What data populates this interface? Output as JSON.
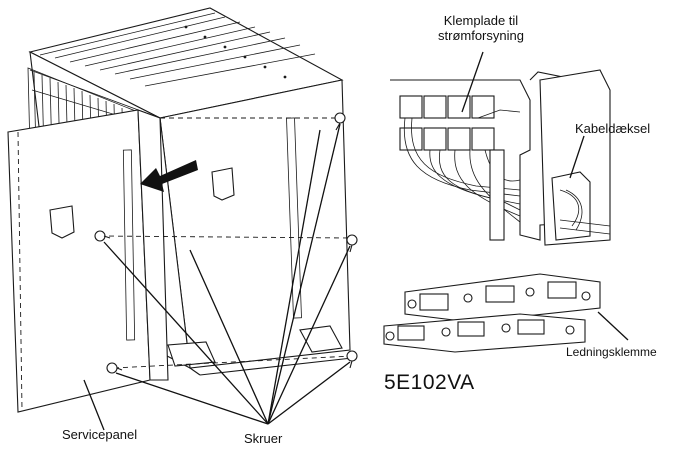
{
  "labels": {
    "terminal_block": "Klemplade til\nstrømforsyning",
    "cable_cover": "Kabeldæksel",
    "wire_clamp": "Ledningsklemme",
    "model_code": "5E102VA",
    "service_panel": "Servicepanel",
    "screws": "Skruer"
  },
  "colors": {
    "line": "#1a1a1a",
    "background": "#ffffff"
  }
}
